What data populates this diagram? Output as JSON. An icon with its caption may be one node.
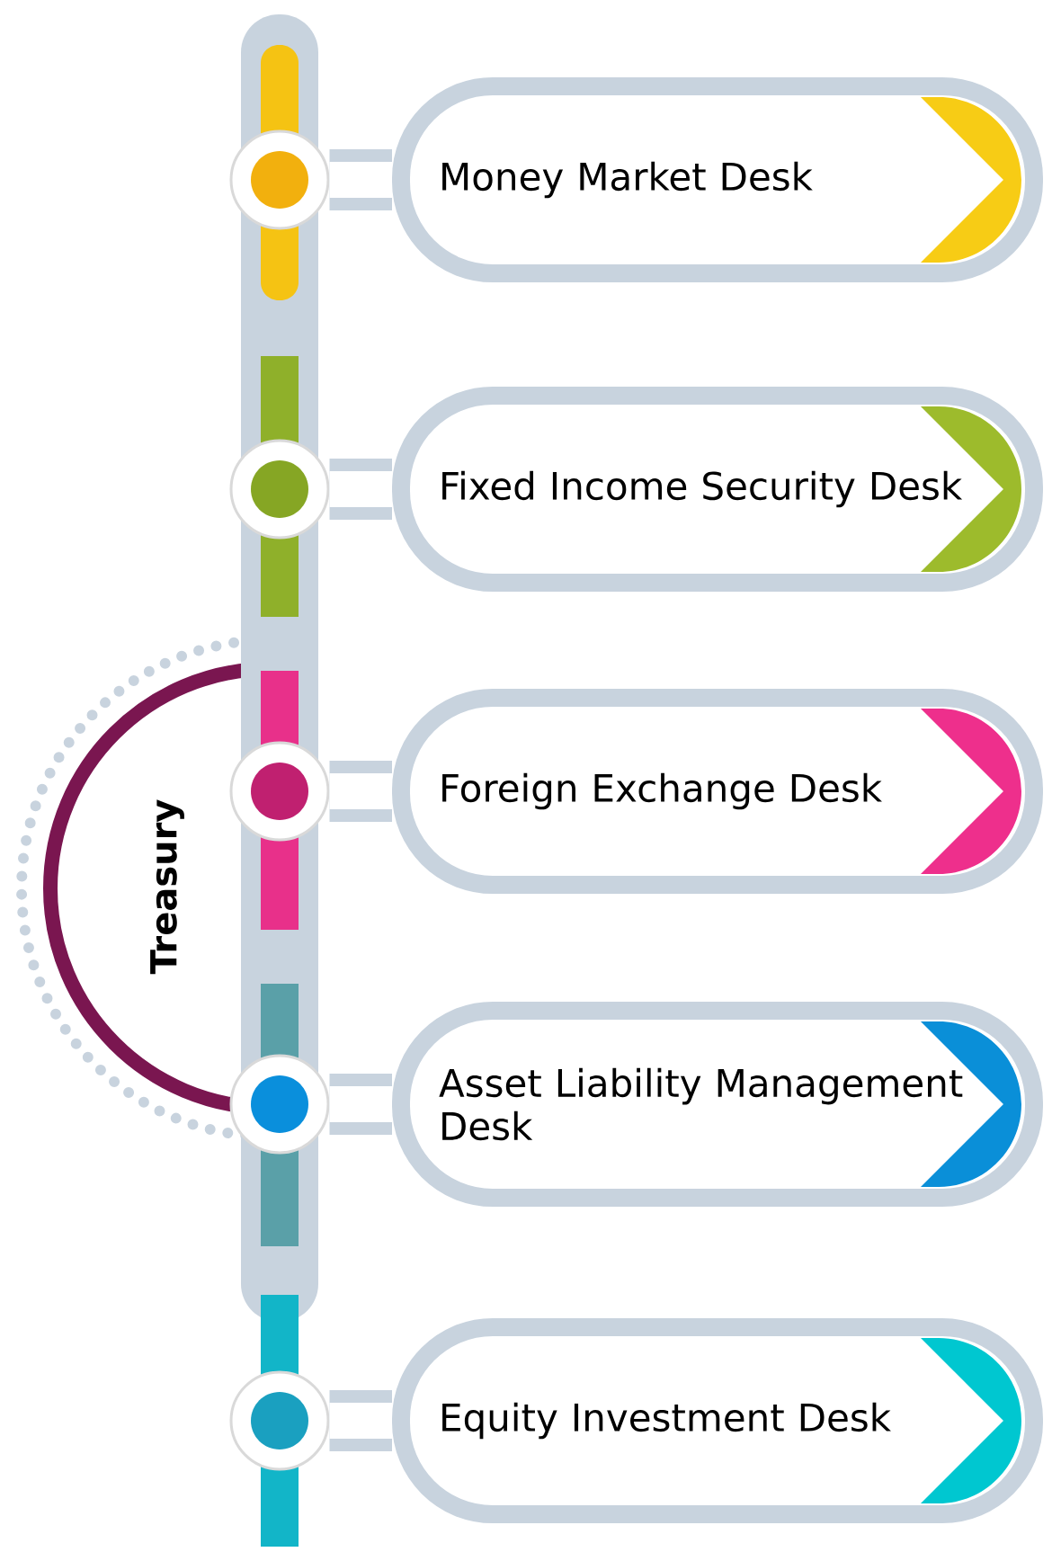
{
  "diagram": {
    "nodes": [
      {
        "text": [
          "Money Market Desk"
        ]
      },
      {
        "text": [
          "Fixed Income Security Desk"
        ]
      },
      {
        "text": [
          "Foreign Exchange Desk"
        ]
      },
      {
        "text": [
          "Asset Liability Management Desk"
        ]
      },
      {
        "text": [
          "Equity Investment Desk"
        ]
      },
      {
        "text": [],
        "shape": "circle"
      },
      {
        "text": [],
        "shape": "circle"
      },
      {
        "text": [],
        "shape": "circle"
      },
      {
        "text": [],
        "shape": "circle"
      },
      {
        "text": [],
        "shape": "circle"
      }
    ],
    "edges": [
      {
        "from": 5,
        "to": 0,
        "arrow": "none"
      },
      {
        "from": 6,
        "to": 1,
        "arrow": "none"
      },
      {
        "from": 7,
        "to": 2,
        "arrow": "none"
      },
      {
        "from": 8,
        "to": 3,
        "arrow": "none"
      },
      {
        "from": 9,
        "to": 4,
        "arrow": "none"
      }
    ],
    "labels": [
      "Treasury"
    ]
  }
}
